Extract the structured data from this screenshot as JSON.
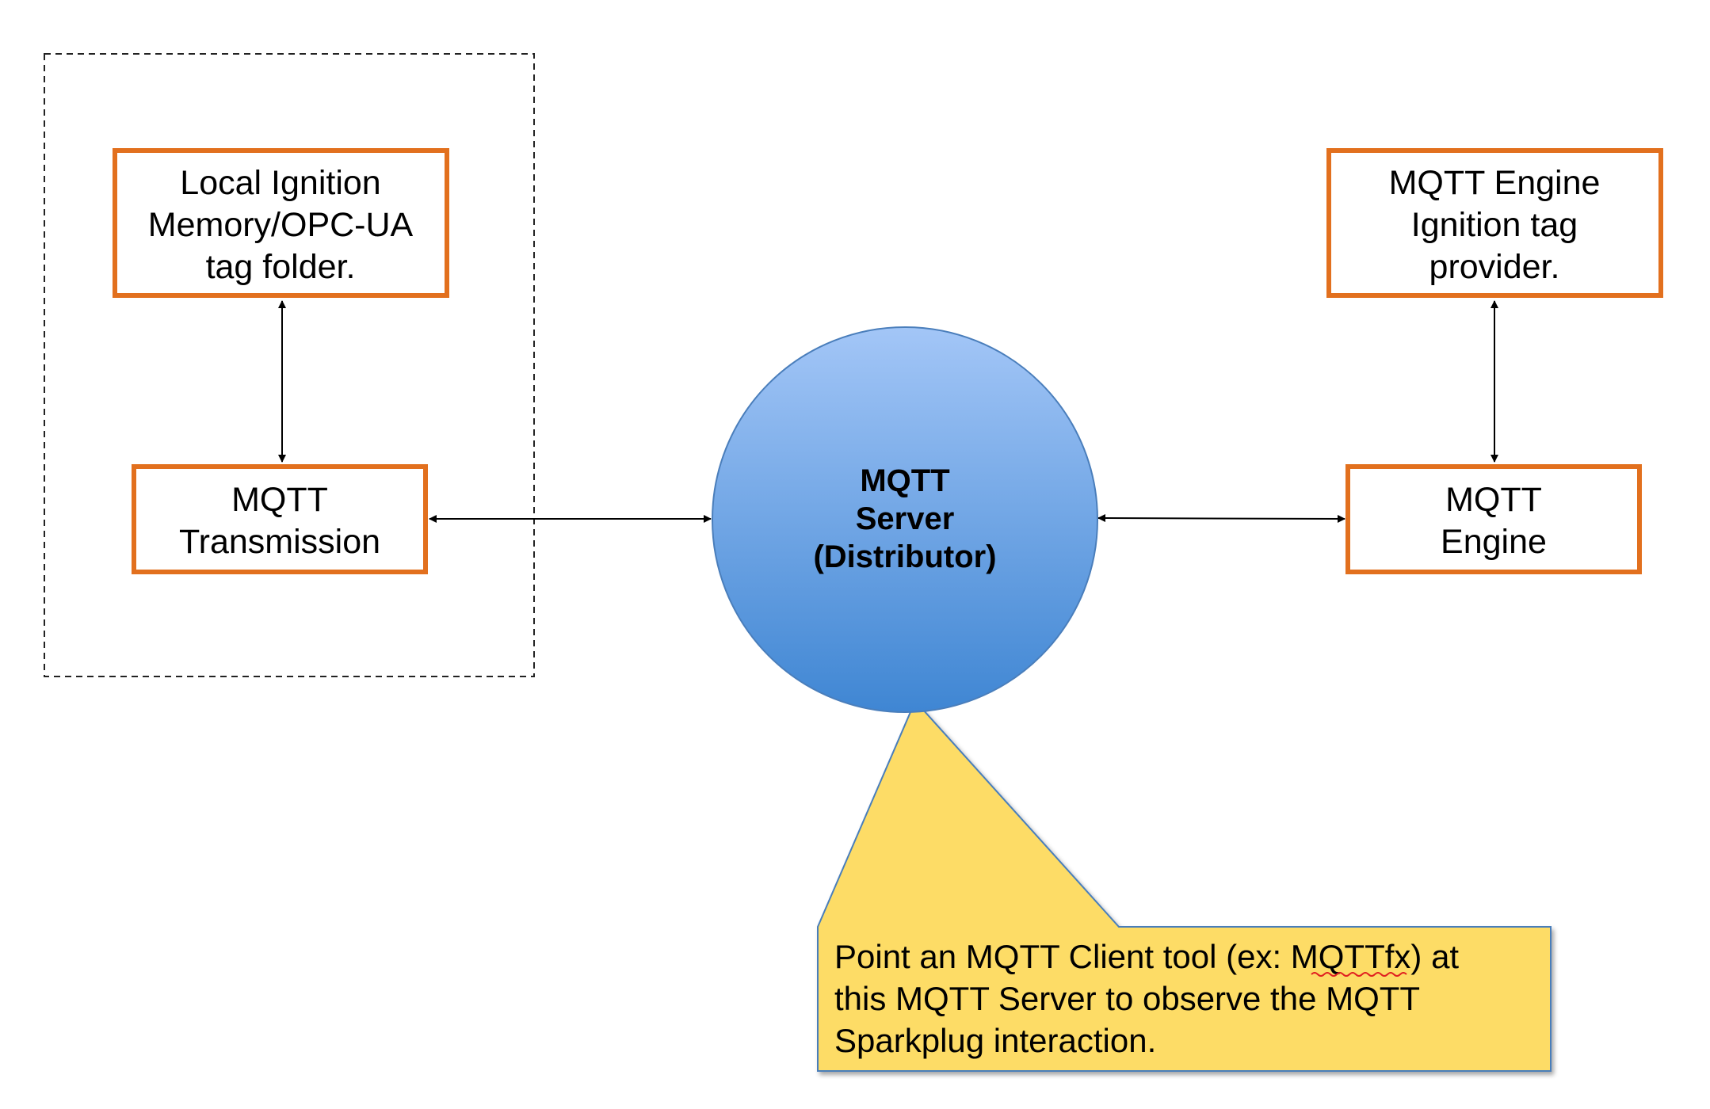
{
  "boxes": {
    "local_folder": {
      "lines": [
        "Local Ignition",
        "Memory/OPC-UA",
        "tag folder."
      ]
    },
    "transmission": {
      "lines": [
        "MQTT",
        "Transmission"
      ]
    },
    "engine_provider": {
      "lines": [
        "MQTT Engine",
        "Ignition tag",
        "provider."
      ]
    },
    "engine": {
      "lines": [
        "MQTT",
        "Engine"
      ]
    }
  },
  "server": {
    "lines": [
      "MQTT",
      "Server",
      "(Distributor)"
    ]
  },
  "callout": {
    "line1_prefix": "Point an MQTT Client tool (ex: ",
    "line1_highlight": "MQTTfx",
    "line1_suffix": ") at",
    "line2": "this MQTT Server to observe the MQTT",
    "line3": "Sparkplug interaction."
  },
  "colors": {
    "box_border": "#E2701E",
    "server_top": "#A3C6F7",
    "server_bottom": "#3F86D3",
    "server_border": "#4A7EBB",
    "callout_fill": "#FDDC66",
    "callout_border": "#4A7EBB",
    "spellcheck_underline": "#E02020"
  }
}
